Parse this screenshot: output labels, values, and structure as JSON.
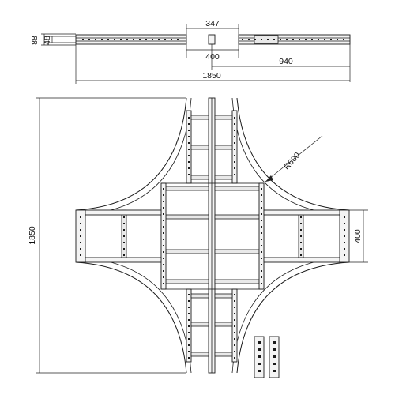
{
  "drawing": {
    "dimensions": {
      "side_height_outer": "88",
      "side_height_inner": "48",
      "top_gap": "347",
      "center_gap": "400",
      "arm_length": "940",
      "overall_length_top": "1850",
      "overall_length_left": "1850",
      "arm_width": "400",
      "radius": "R600"
    }
  }
}
